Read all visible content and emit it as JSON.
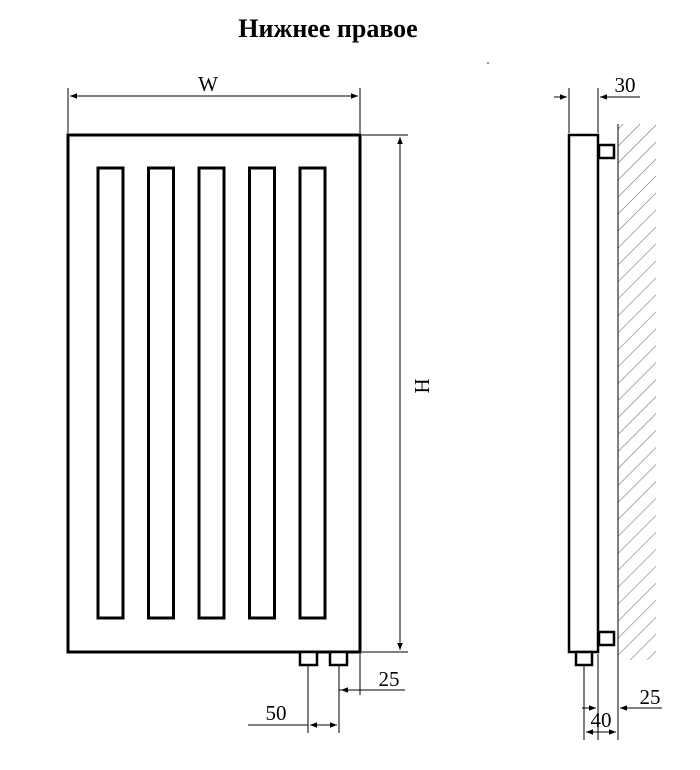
{
  "title": "Нижнее правое",
  "dimensions": {
    "width_label": "W",
    "height_label": "H",
    "depth_label": "30",
    "pipe_spacing_label": "50",
    "pipe_offset_label": "25",
    "wall_clearance_label": "25",
    "pipe_depth_label": "40"
  },
  "front_view": {
    "vertical_slots_count": 5,
    "bottom_connectors_count": 2
  },
  "side_view": {
    "wall_brackets_count": 2
  }
}
